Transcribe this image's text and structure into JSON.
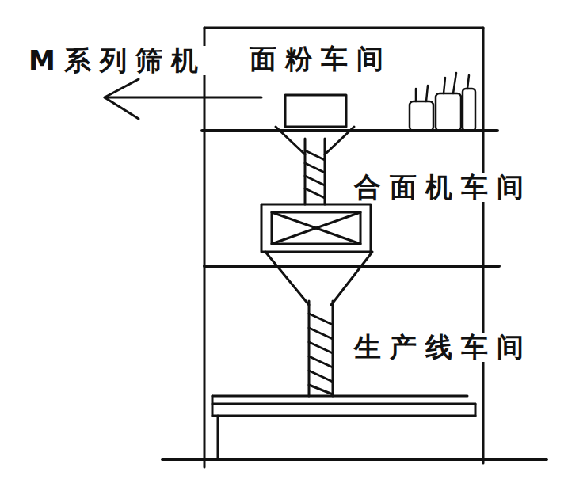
{
  "diagram": {
    "labels": [
      "M系列筛机",
      "面粉车间",
      "合面机车间",
      "生产线车间"
    ]
  }
}
